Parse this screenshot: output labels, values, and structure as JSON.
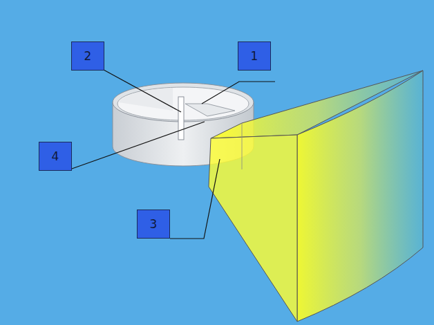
{
  "diagram": {
    "labels": [
      "2",
      "1",
      "4",
      "3"
    ]
  }
}
